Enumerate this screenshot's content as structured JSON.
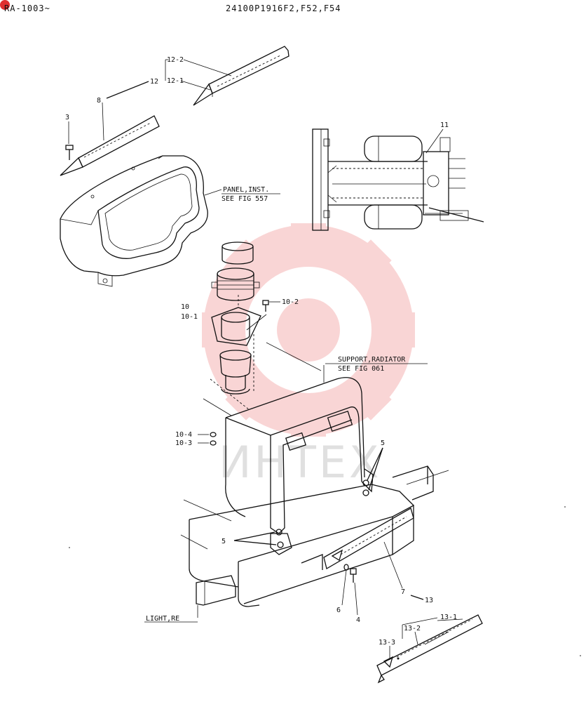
{
  "header": {
    "serial_range": "RA-1003~",
    "model_codes": "24100P1916F2,F52,F54"
  },
  "references": {
    "panel": [
      "PANEL,INST.",
      "SEE FIG 557"
    ],
    "support": [
      "SUPPORT,RADIATOR",
      "SEE FIG 061"
    ],
    "light": "LIGHT,RE"
  },
  "callouts": {
    "c12": "12",
    "c12_1": "12-1",
    "c12_2": "12-2",
    "c8": "8",
    "c3": "3",
    "c11": "11",
    "c10": "10",
    "c10_1": "10-1",
    "c10_2": "10-2",
    "c10_3": "10-3",
    "c10_4": "10-4",
    "c5_upper": "5",
    "c5_lower": "5",
    "c6": "6",
    "c4": "4",
    "c7": "7",
    "c13": "13",
    "c13_1": "13-1",
    "c13_2": "13-2",
    "c13_3": "13-3"
  },
  "watermark": {
    "text": "ИНТЕХ",
    "color": "#f2b8b8"
  }
}
